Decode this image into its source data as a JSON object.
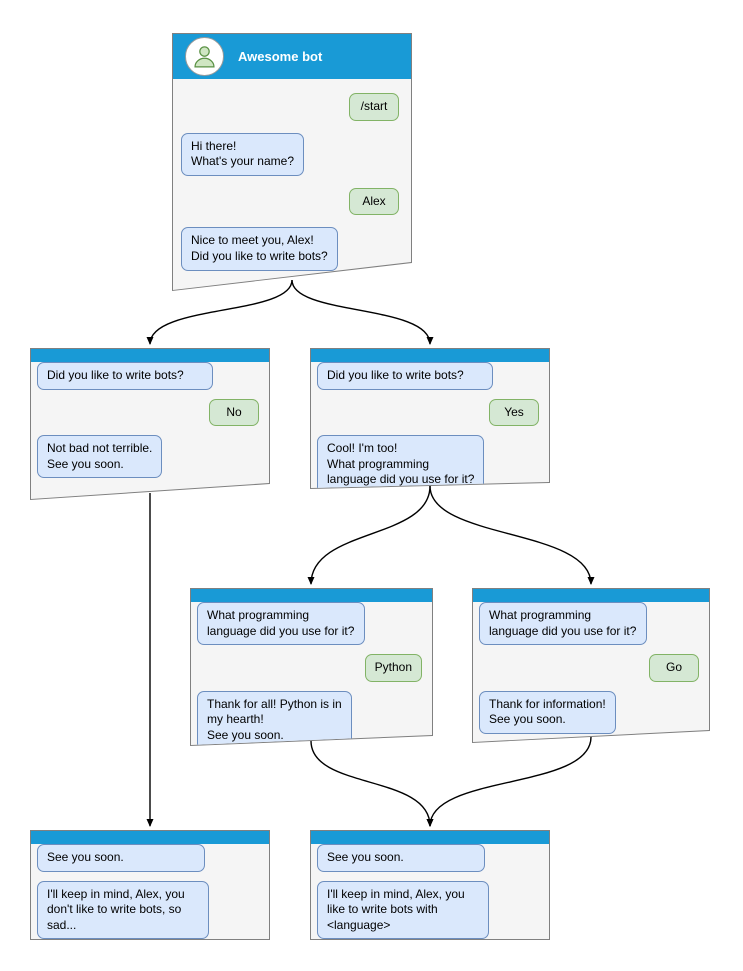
{
  "colors": {
    "header_blue": "#199ad6",
    "window_bg": "#f5f5f5",
    "window_border": "#808080",
    "bot_bubble_bg": "#dae8fc",
    "bot_bubble_border": "#6c8ebf",
    "user_bubble_bg": "#d5e8d4",
    "user_bubble_border": "#82b366",
    "arrow_color": "#000000",
    "avatar_fill": "#cfe6c3",
    "avatar_stroke": "#5a9144"
  },
  "windows": [
    {
      "name": "start",
      "title": "Awesome bot",
      "messages": [
        {
          "from": "user",
          "text": "/start"
        },
        {
          "from": "bot",
          "text": "Hi there!\nWhat's your name?"
        },
        {
          "from": "user",
          "text": "Alex"
        },
        {
          "from": "bot",
          "text": "Nice to meet you, Alex!\nDid you like to write bots?"
        }
      ]
    },
    {
      "name": "branch-no",
      "messages": [
        {
          "from": "bot",
          "text": "Did you like to write bots?"
        },
        {
          "from": "user",
          "text": "No"
        },
        {
          "from": "bot",
          "text": "Not bad not terrible.\nSee you soon."
        }
      ]
    },
    {
      "name": "branch-yes",
      "messages": [
        {
          "from": "bot",
          "text": "Did you like to write bots?"
        },
        {
          "from": "user",
          "text": "Yes"
        },
        {
          "from": "bot",
          "text": "Cool! I'm too!\nWhat programming\nlanguage did you use for it?"
        }
      ]
    },
    {
      "name": "branch-python",
      "messages": [
        {
          "from": "bot",
          "text": "What programming\nlanguage did you use for it?"
        },
        {
          "from": "user",
          "text": "Python"
        },
        {
          "from": "bot",
          "text": "Thank for all! Python is in\nmy hearth!\nSee you soon."
        }
      ]
    },
    {
      "name": "branch-go",
      "messages": [
        {
          "from": "bot",
          "text": "What programming\nlanguage did you use for it?"
        },
        {
          "from": "user",
          "text": "Go"
        },
        {
          "from": "bot",
          "text": "Thank for information!\nSee you soon."
        }
      ]
    },
    {
      "name": "end-no",
      "messages": [
        {
          "from": "bot",
          "text": "See you soon."
        },
        {
          "from": "bot",
          "text": "I'll keep in mind, Alex, you\ndon't like to write bots, so\nsad..."
        }
      ]
    },
    {
      "name": "end-yes",
      "messages": [
        {
          "from": "bot",
          "text": "See you soon."
        },
        {
          "from": "bot",
          "text": "I'll keep in mind, Alex, you\nlike to write bots with\n<language>"
        }
      ]
    }
  ],
  "connections": [
    {
      "from": "start",
      "to": "branch-no"
    },
    {
      "from": "start",
      "to": "branch-yes"
    },
    {
      "from": "branch-yes",
      "to": "branch-python"
    },
    {
      "from": "branch-yes",
      "to": "branch-go"
    },
    {
      "from": "branch-no",
      "to": "end-no"
    },
    {
      "from": "branch-python",
      "to": "end-yes"
    },
    {
      "from": "branch-go",
      "to": "end-yes"
    }
  ]
}
